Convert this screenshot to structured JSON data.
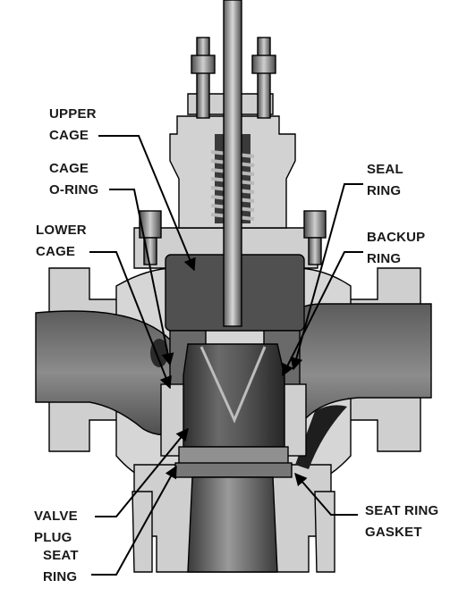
{
  "labels": {
    "upper_cage": [
      "UPPER",
      "CAGE"
    ],
    "cage_oring": [
      "CAGE",
      "O-RING"
    ],
    "lower_cage": [
      "LOWER",
      "CAGE"
    ],
    "seal_ring": [
      "SEAL",
      "RING"
    ],
    "backup_ring": [
      "BACKUP",
      "RING"
    ],
    "valve_plug": [
      "VALVE",
      "PLUG"
    ],
    "seat_ring": [
      "SEAT",
      "RING"
    ],
    "seat_ring_gasket": [
      "SEAT RING",
      "GASKET"
    ]
  },
  "colors": {
    "body": "#cfcfcf",
    "body_light": "#e2e2e2",
    "passage": "#7a7a7a",
    "plug": "#4a4a4a",
    "dark": "#2a2a2a",
    "gasket": "#1e1e1e"
  }
}
